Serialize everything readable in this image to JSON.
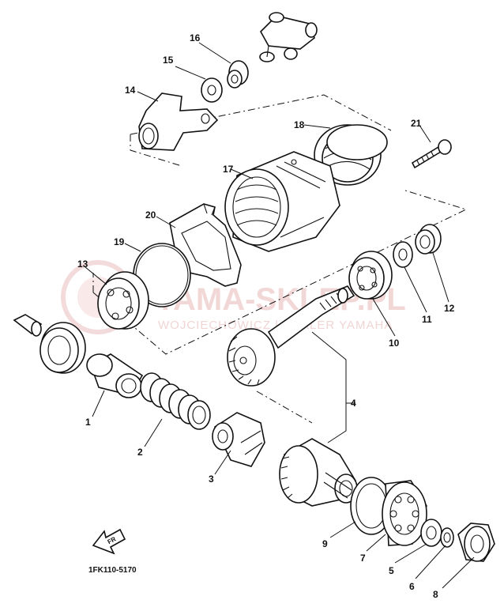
{
  "watermark": {
    "brand": "YAMA-SKLEP.PL",
    "dealer": "WOJCIECHOWICZ | DEALER YAMAHA"
  },
  "diagram": {
    "drawing_code": "1FK110-5170",
    "direction_label": "FR",
    "callouts": [
      "1",
      "2",
      "3",
      "4",
      "5",
      "6",
      "7",
      "8",
      "9",
      "10",
      "11",
      "12",
      "13",
      "14",
      "15",
      "16",
      "17",
      "18",
      "19",
      "20",
      "21"
    ]
  }
}
